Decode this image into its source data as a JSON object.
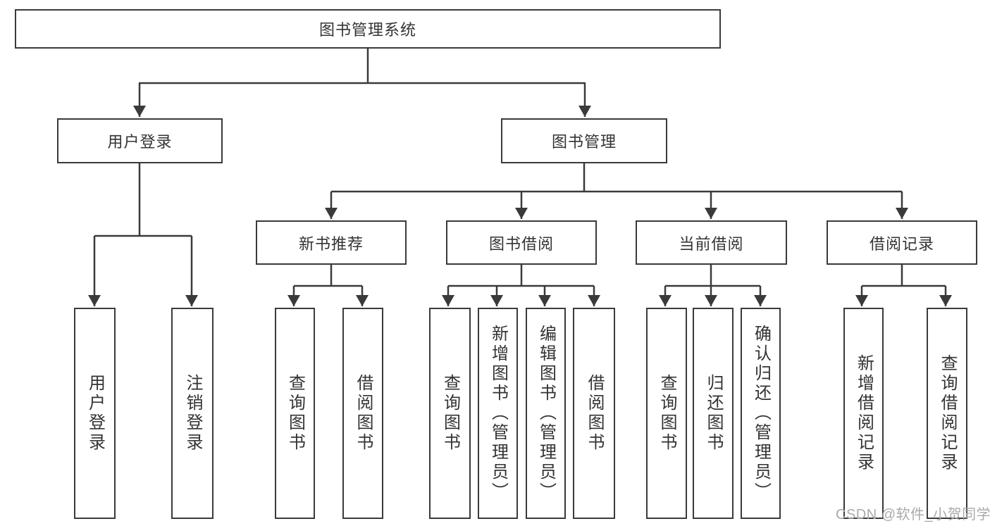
{
  "title": "图书管理系统",
  "tree": {
    "root": {
      "label": "图书管理系统"
    },
    "branches": [
      {
        "label": "用户登录",
        "children": [
          {
            "label": "用户登录"
          },
          {
            "label": "注销登录"
          }
        ]
      },
      {
        "label": "图书管理",
        "sections": [
          {
            "label": "新书推荐",
            "children": [
              {
                "label": "查询图书"
              },
              {
                "label": "借阅图书"
              }
            ]
          },
          {
            "label": "图书借阅",
            "children": [
              {
                "label": "查询图书"
              },
              {
                "label": "新增图书（管理员）"
              },
              {
                "label": "编辑图书（管理员）"
              },
              {
                "label": "借阅图书"
              }
            ]
          },
          {
            "label": "当前借阅",
            "children": [
              {
                "label": "查询图书"
              },
              {
                "label": "归还图书"
              },
              {
                "label": "确认归还（管理员）"
              }
            ]
          },
          {
            "label": "借阅记录",
            "children": [
              {
                "label": "新增借阅记录"
              },
              {
                "label": "查询借阅记录"
              }
            ]
          }
        ]
      }
    ]
  },
  "watermark": "CSDN @软件_小贺同学",
  "colors": {
    "line": "#3a3a3a",
    "box_border": "#3a3a3a",
    "text": "#333333",
    "background": "#ffffff",
    "watermark": "#a9a9a9"
  }
}
